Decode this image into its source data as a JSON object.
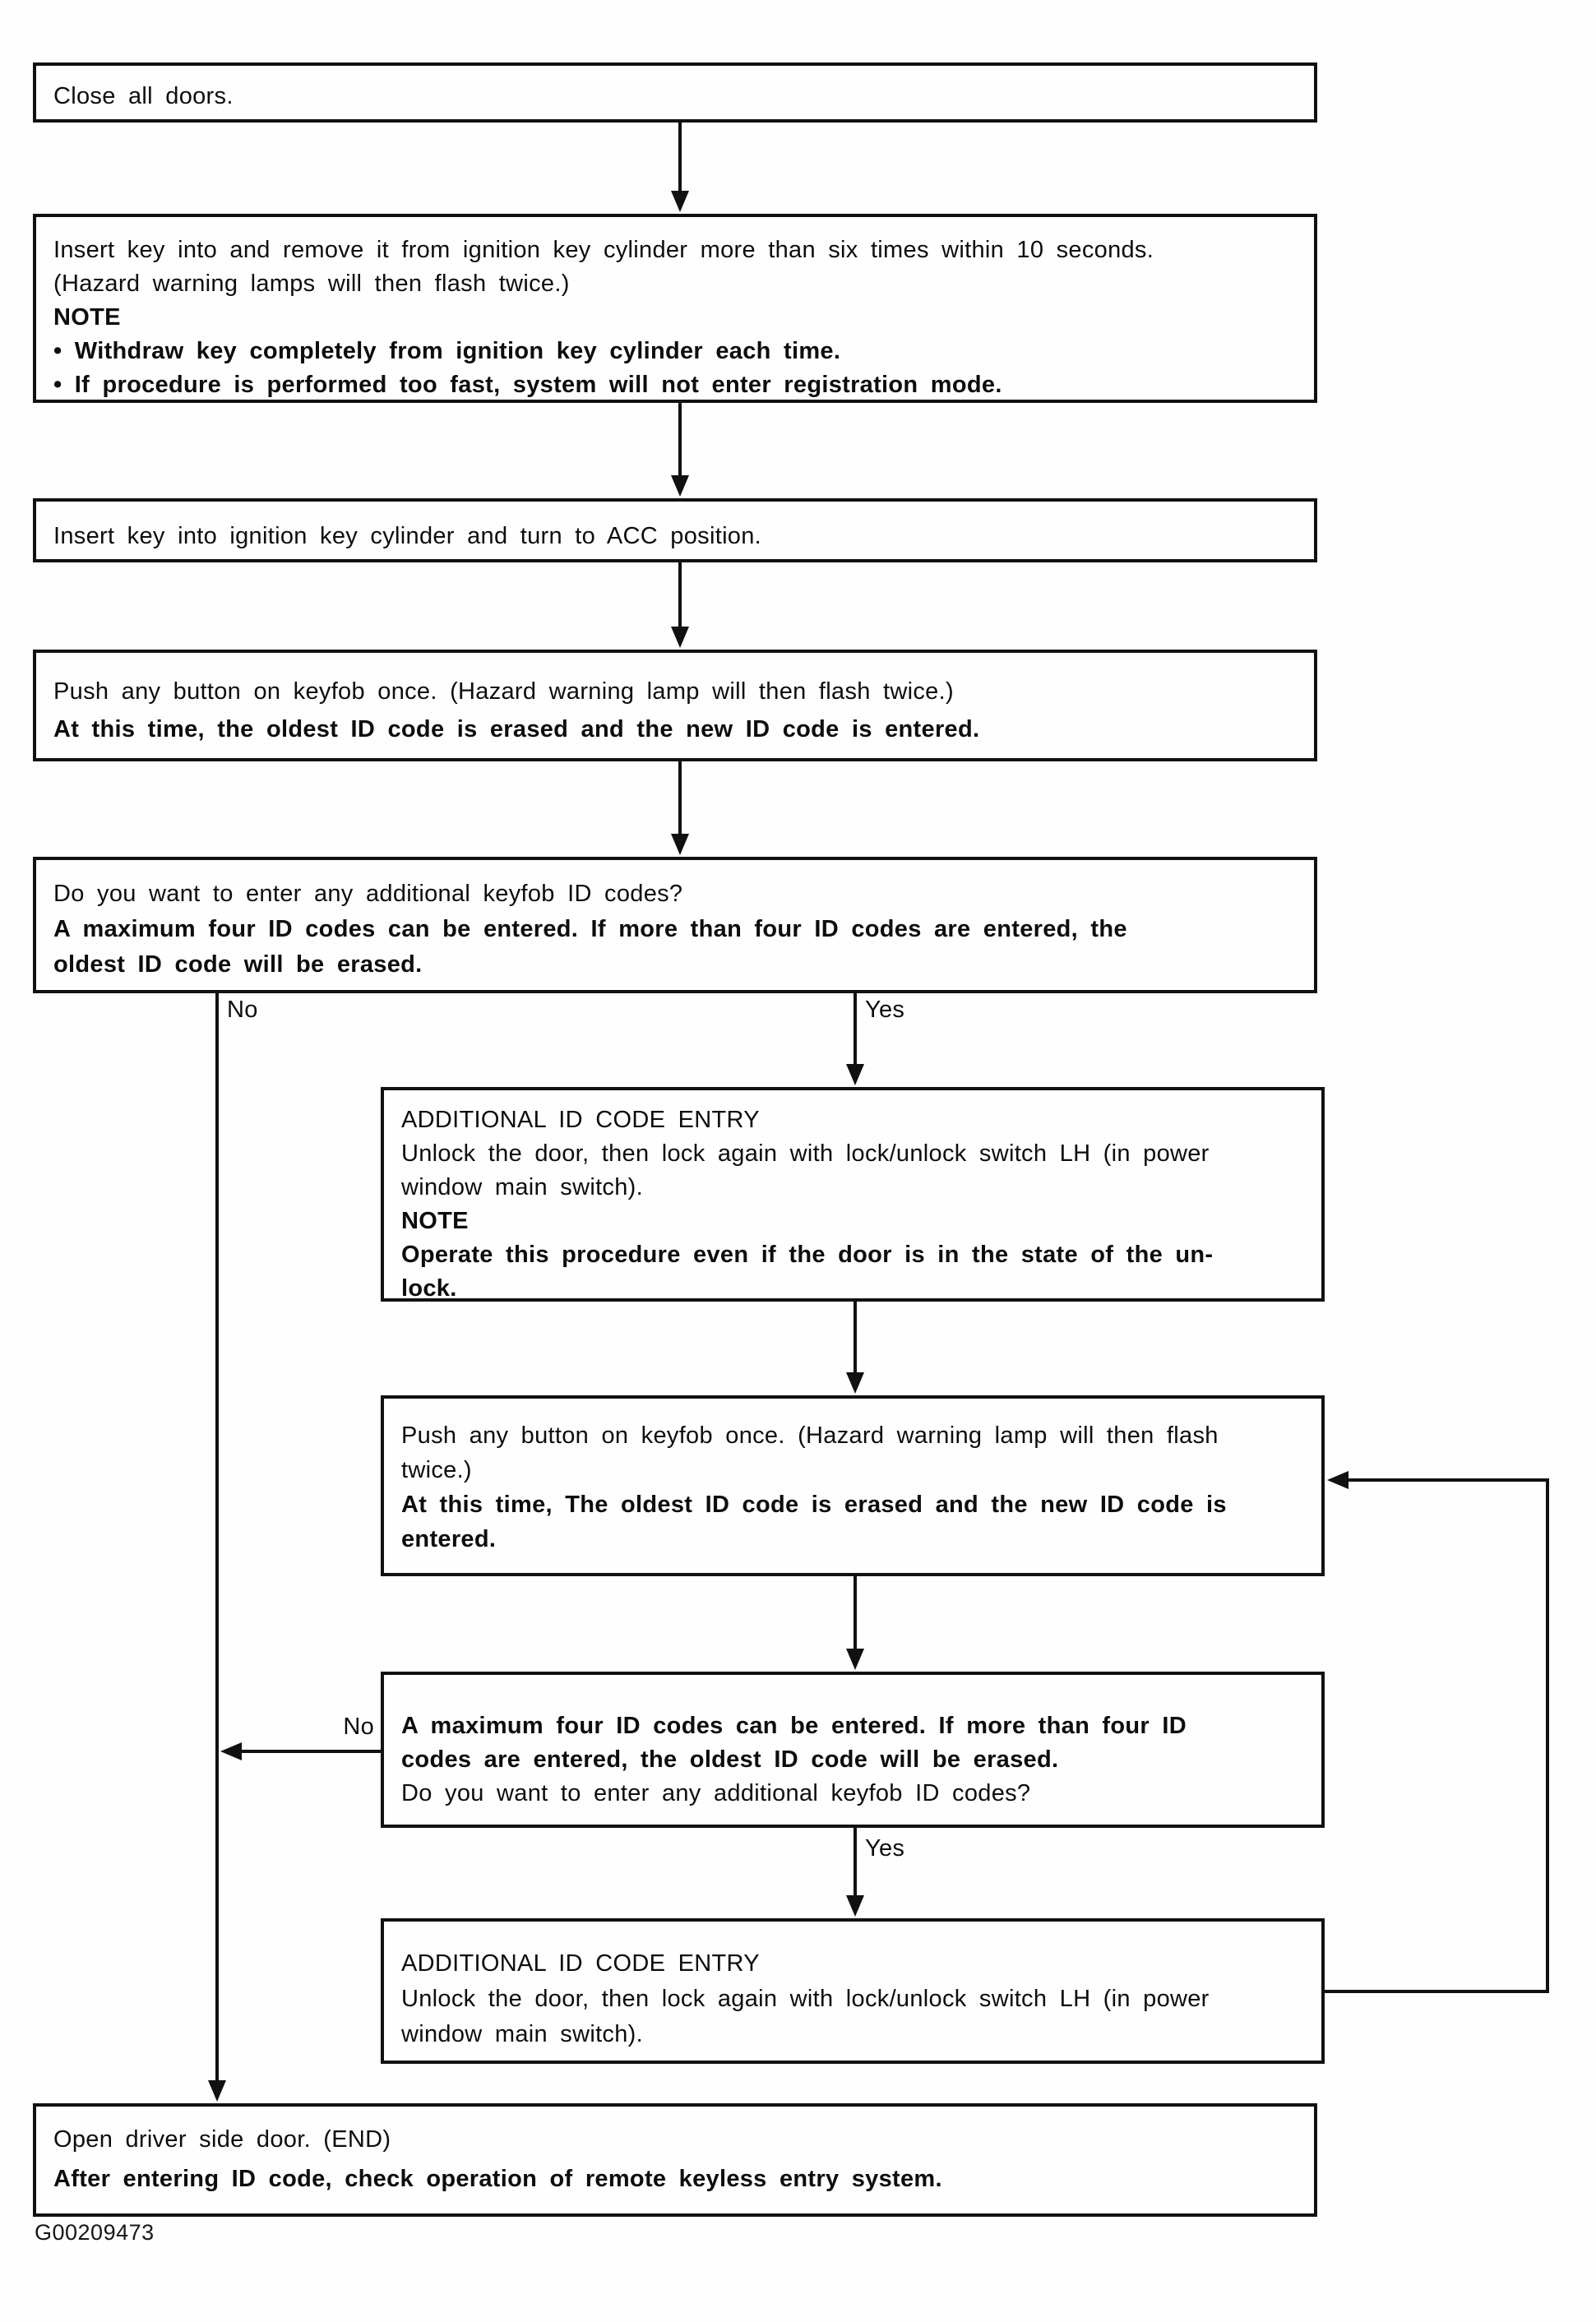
{
  "figure_code": "G00209473",
  "branch_labels": {
    "no_top": "No",
    "yes_top": "Yes",
    "no_mid": "No",
    "yes_mid": "Yes"
  },
  "boxes": {
    "close_doors": {
      "l1": "Close all doors."
    },
    "insert_remove_key": {
      "l1": "Insert key into and remove it from ignition key cylinder more than six times within 10 seconds.",
      "l2": "(Hazard warning lamps will then flash twice.)",
      "l3": "NOTE",
      "l4": "• Withdraw key completely from ignition key cylinder each time.",
      "l5": "• If procedure is performed too fast, system will not enter registration mode."
    },
    "insert_key_acc": {
      "l1": "Insert key into ignition key cylinder and turn to ACC position."
    },
    "push_button_first": {
      "l1": "Push any button on keyfob once. (Hazard warning lamp will then flash twice.)",
      "l2": "At this time, the oldest ID code is erased and the new ID code is entered."
    },
    "additional_question": {
      "l1": "Do you want to enter any additional keyfob ID codes?",
      "l2": "A maximum four ID codes can be entered. If more than four ID codes are entered, the",
      "l3": "oldest ID code will be erased."
    },
    "additional_entry_1": {
      "l1": "ADDITIONAL ID CODE ENTRY",
      "l2": "Unlock the door, then lock again with lock/unlock switch LH (in power",
      "l3": "window main switch).",
      "l4": "NOTE",
      "l5": "Operate this procedure even if the door is in the state of the un-",
      "l6": "lock."
    },
    "push_button_loop": {
      "l1": "Push any button on keyfob once. (Hazard warning lamp will then flash",
      "l2": "twice.)",
      "l3": "At this time, The oldest ID code is erased and the new ID code is",
      "l4": "entered."
    },
    "max_codes_question": {
      "l1": "A maximum four ID codes can be entered. If more than four ID",
      "l2": "codes are entered, the oldest ID code will be erased.",
      "l3": "Do you want to enter any additional keyfob ID codes?"
    },
    "additional_entry_2": {
      "l1": "ADDITIONAL ID CODE ENTRY",
      "l2": "Unlock the door, then lock again with lock/unlock switch LH (in power",
      "l3": "window main switch)."
    },
    "open_door_end": {
      "l1": "Open driver side door. (END)",
      "l2": "After entering ID code, check operation of remote keyless entry system."
    }
  },
  "line_color": "#111111"
}
